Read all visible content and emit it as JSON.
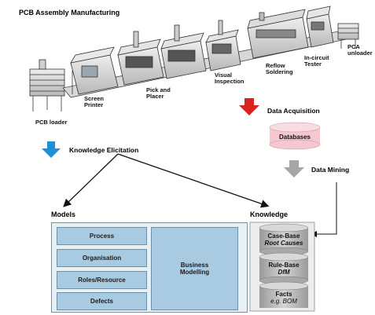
{
  "title": "PCB Assembly Manufacturing",
  "machines": {
    "pcb_loader": "PCB loader",
    "screen_printer": [
      "Screen",
      "Printer"
    ],
    "pick_placer": [
      "Pick and",
      "Placer"
    ],
    "visual_inspection": [
      "Visual",
      "Inspection"
    ],
    "reflow_soldering": [
      "Reflow",
      "Soldering"
    ],
    "in_circuit_tester": [
      "In-circuit",
      "Tester"
    ],
    "pca_unloader": [
      "PCA",
      "unloader"
    ]
  },
  "flow": {
    "data_acquisition": "Data Acquisition",
    "databases": "Databases",
    "data_mining": "Data Mining",
    "knowledge_elicitation": "Knowledge Elicitation"
  },
  "models": {
    "heading": "Models",
    "items": [
      "Process",
      "Organisation",
      "Roles/Resource",
      "Defects"
    ],
    "business_modelling": [
      "Business",
      "Modelling"
    ]
  },
  "knowledge": {
    "heading": "Knowledge",
    "case_base": [
      "Case-Base",
      "Root Causes"
    ],
    "rule_base": [
      "Rule-Base",
      "DfM"
    ],
    "facts": [
      "Facts",
      "e.g. BOM"
    ]
  },
  "colors": {
    "red_arrow": "#d9231c",
    "blue_arrow": "#1f8fd6",
    "gray_arrow": "#a6a6a6",
    "databases_fill": "#f4c7d1",
    "model_box": "#a9cbe2"
  }
}
